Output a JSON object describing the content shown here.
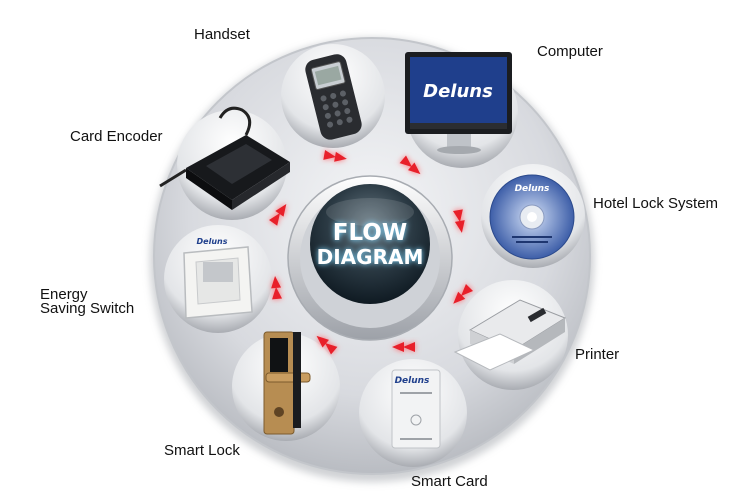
{
  "center": {
    "line1": "FLOW",
    "line2": "DIAGRAM"
  },
  "brand": "Deluns",
  "labels": {
    "handset": "Handset",
    "computer": "Computer",
    "card_encoder": "Card Encoder",
    "hotel_lock_system": "Hotel Lock System",
    "energy_saving_switch_line1": "Energy",
    "energy_saving_switch_line2": "Saving Switch",
    "printer": "Printer",
    "smart_lock": "Smart Lock",
    "smart_card": "Smart Card"
  },
  "colors": {
    "arrow": "#e8202a",
    "center_text": "#ffffff",
    "disc": "#d9dbdf"
  }
}
